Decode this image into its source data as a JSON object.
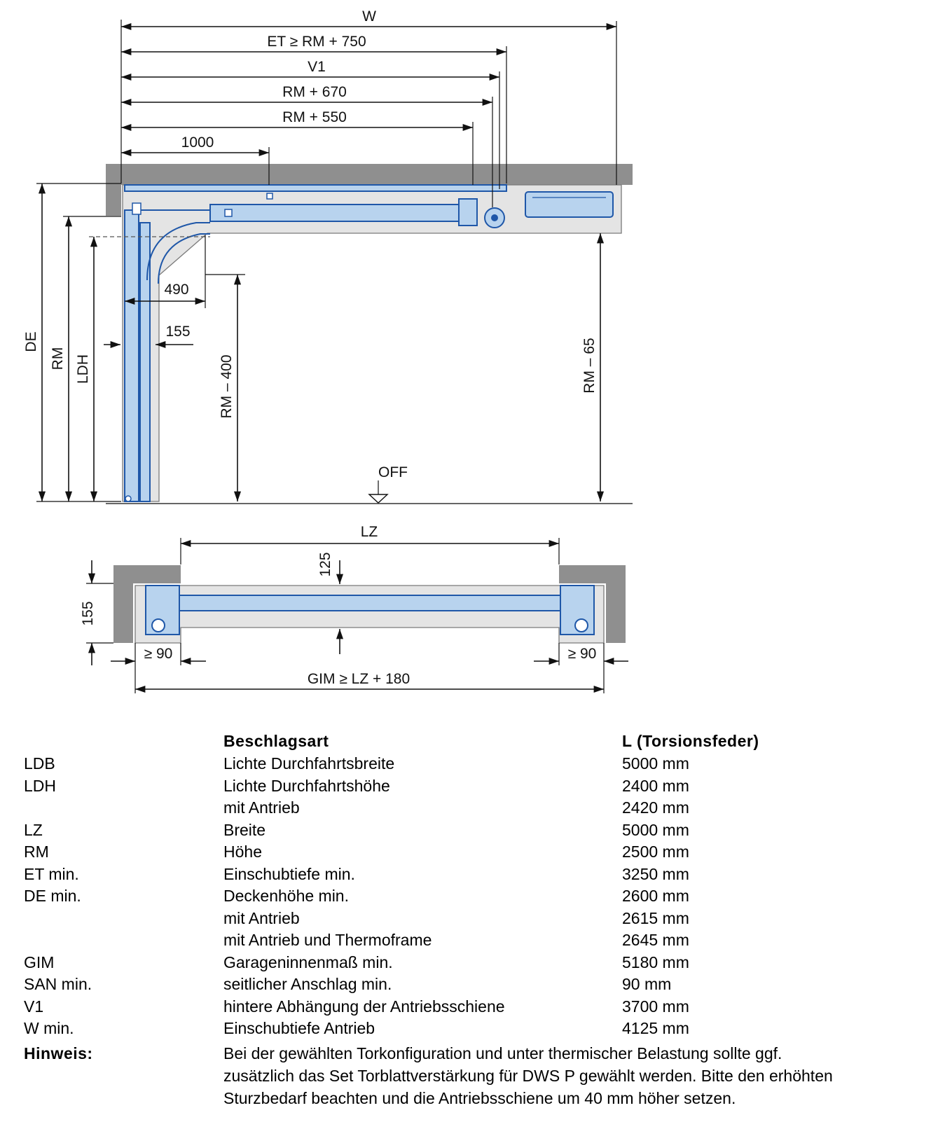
{
  "diagram": {
    "top_dims": {
      "w": "W",
      "et": "ET ≥ RM + 750",
      "v1": "V1",
      "rm670": "RM + 670",
      "rm550": "RM + 550",
      "d1000": "1000"
    },
    "side_dims": {
      "de": "DE",
      "rm": "RM",
      "ldh": "LDH",
      "d490": "490",
      "d155": "155",
      "rm400": "RM – 400",
      "rm65": "RM – 65",
      "off": "OFF"
    },
    "plan_dims": {
      "lz": "LZ",
      "d125": "125",
      "d155": "155",
      "san_left": "≥ 90",
      "san_right": "≥ 90",
      "gim": "GIM ≥ LZ + 180"
    }
  },
  "spec": {
    "headers": {
      "col2": "Beschlagsart",
      "col3": "L (Torsionsfeder)"
    },
    "rows": [
      {
        "abbr": "LDB",
        "desc": "Lichte Durchfahrtsbreite",
        "value": "5000 mm"
      },
      {
        "abbr": "LDH",
        "desc": "Lichte Durchfahrtshöhe",
        "value": "2400 mm"
      },
      {
        "abbr": "",
        "desc": "mit Antrieb",
        "value": "2420 mm"
      },
      {
        "abbr": "LZ",
        "desc": "Breite",
        "value": "5000 mm"
      },
      {
        "abbr": "RM",
        "desc": "Höhe",
        "value": "2500 mm"
      },
      {
        "abbr": "ET min.",
        "desc": "Einschubtiefe min.",
        "value": "3250 mm"
      },
      {
        "abbr": "DE min.",
        "desc": "Deckenhöhe min.",
        "value": "2600 mm"
      },
      {
        "abbr": "",
        "desc": "mit Antrieb",
        "value": "2615 mm"
      },
      {
        "abbr": "",
        "desc": "mit Antrieb und Thermoframe",
        "value": "2645 mm"
      },
      {
        "abbr": "GIM",
        "desc": "Garageninnenmaß min.",
        "value": "5180 mm"
      },
      {
        "abbr": "SAN min.",
        "desc": "seitlicher Anschlag min.",
        "value": "90 mm"
      },
      {
        "abbr": "V1",
        "desc": "hintere Abhängung der Antriebsschiene",
        "value": "3700 mm"
      },
      {
        "abbr": "W min.",
        "desc": "Einschubtiefe Antrieb",
        "value": "4125 mm"
      }
    ],
    "note_label": "Hinweis:",
    "note_lines": [
      "Bei der gewählten Torkonfiguration und unter thermischer Belastung sollte ggf.",
      "zusätzlich das Set  Torblattverstärkung für DWS P gewählt werden. Bitte den erhöhten",
      "Sturzbedarf beachten und die Antriebsschiene um 40 mm höher setzen."
    ]
  },
  "colors": {
    "track_blue": "#1f57a8",
    "track_fill": "#b8d3ee",
    "wall_grey": "#8f8f8f",
    "light_grey": "#e4e4e4"
  }
}
